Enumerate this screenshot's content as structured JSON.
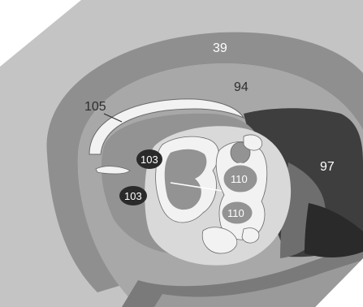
{
  "labels": {
    "band_39": "39",
    "region_94": "94",
    "ring_105": "105",
    "dark_97": "97",
    "badge_103_upper": "103",
    "badge_103_lower": "103",
    "ring_110_upper": "110",
    "ring_110_lower": "110"
  },
  "colors": {
    "background": "#ffffff",
    "outer_region": "#c4c4c4",
    "band": "#8f8f8f",
    "mid_region": "#a8a8a8",
    "inner_region": "#939393",
    "white_ring": "#f2f2f2",
    "pale_area": "#d9d9d9",
    "dark_region": "#3e3e3e",
    "darkest": "#2a2a2a",
    "mid_dark": "#6e6e6e",
    "outline": "#6a6a6a"
  }
}
